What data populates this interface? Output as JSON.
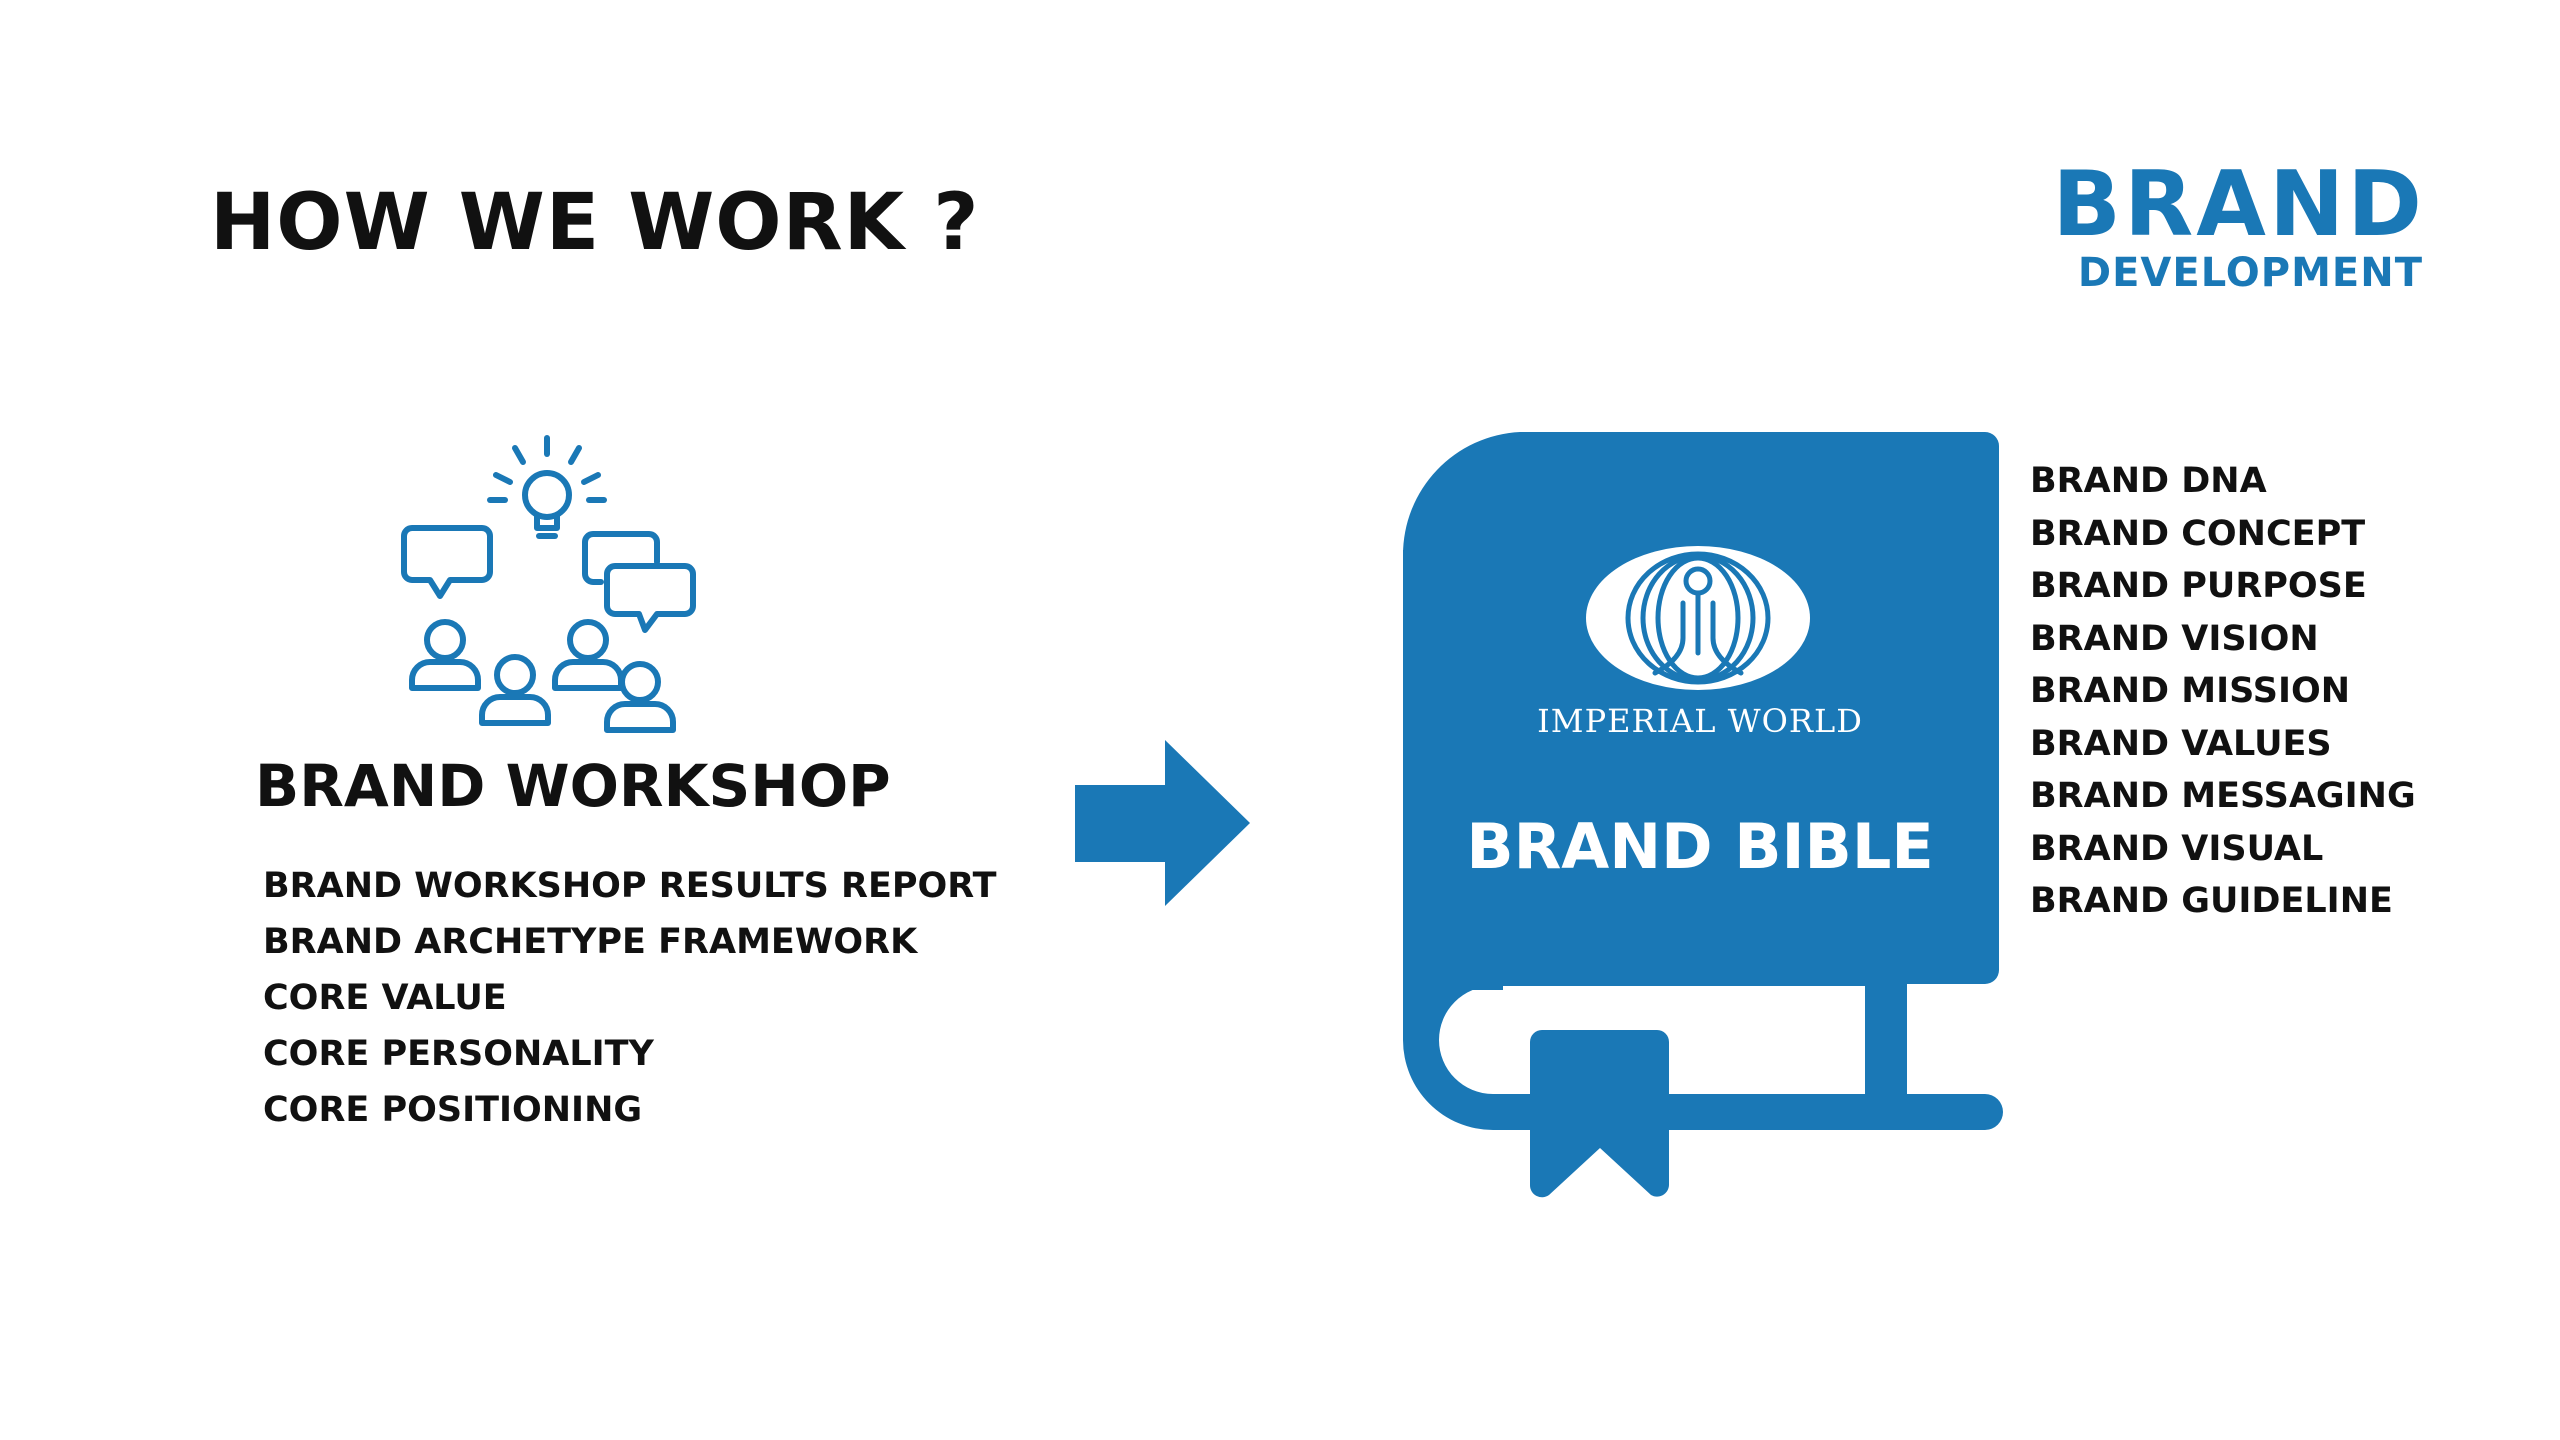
{
  "header": {
    "title": "HOW WE WORK ?",
    "brand_main": "BRAND",
    "brand_sub": "DEVELOPMENT"
  },
  "workshop": {
    "title": "BRAND WORKSHOP",
    "items": [
      "BRAND WORKSHOP RESULTS REPORT",
      "BRAND ARCHETYPE FRAMEWORK",
      "CORE VALUE",
      "CORE PERSONALITY",
      "CORE POSITIONING"
    ]
  },
  "bible": {
    "title": "BRAND BIBLE",
    "logo_text": "IMPERIAL WORLD",
    "items": [
      "BRAND DNA",
      "BRAND CONCEPT",
      "BRAND PURPOSE",
      "BRAND VISION",
      "BRAND MISSION",
      "BRAND VALUES",
      "BRAND MESSAGING",
      "BRAND VISUAL",
      "BRAND GUIDELINE"
    ]
  },
  "colors": {
    "accent": "#1a78b6",
    "text": "#111111",
    "background": "#ffffff"
  },
  "icons": {
    "workshop": "team-brainstorm-icon",
    "arrow": "arrow-right-icon",
    "book": "book-icon",
    "logo": "imperial-world-logo-icon"
  }
}
